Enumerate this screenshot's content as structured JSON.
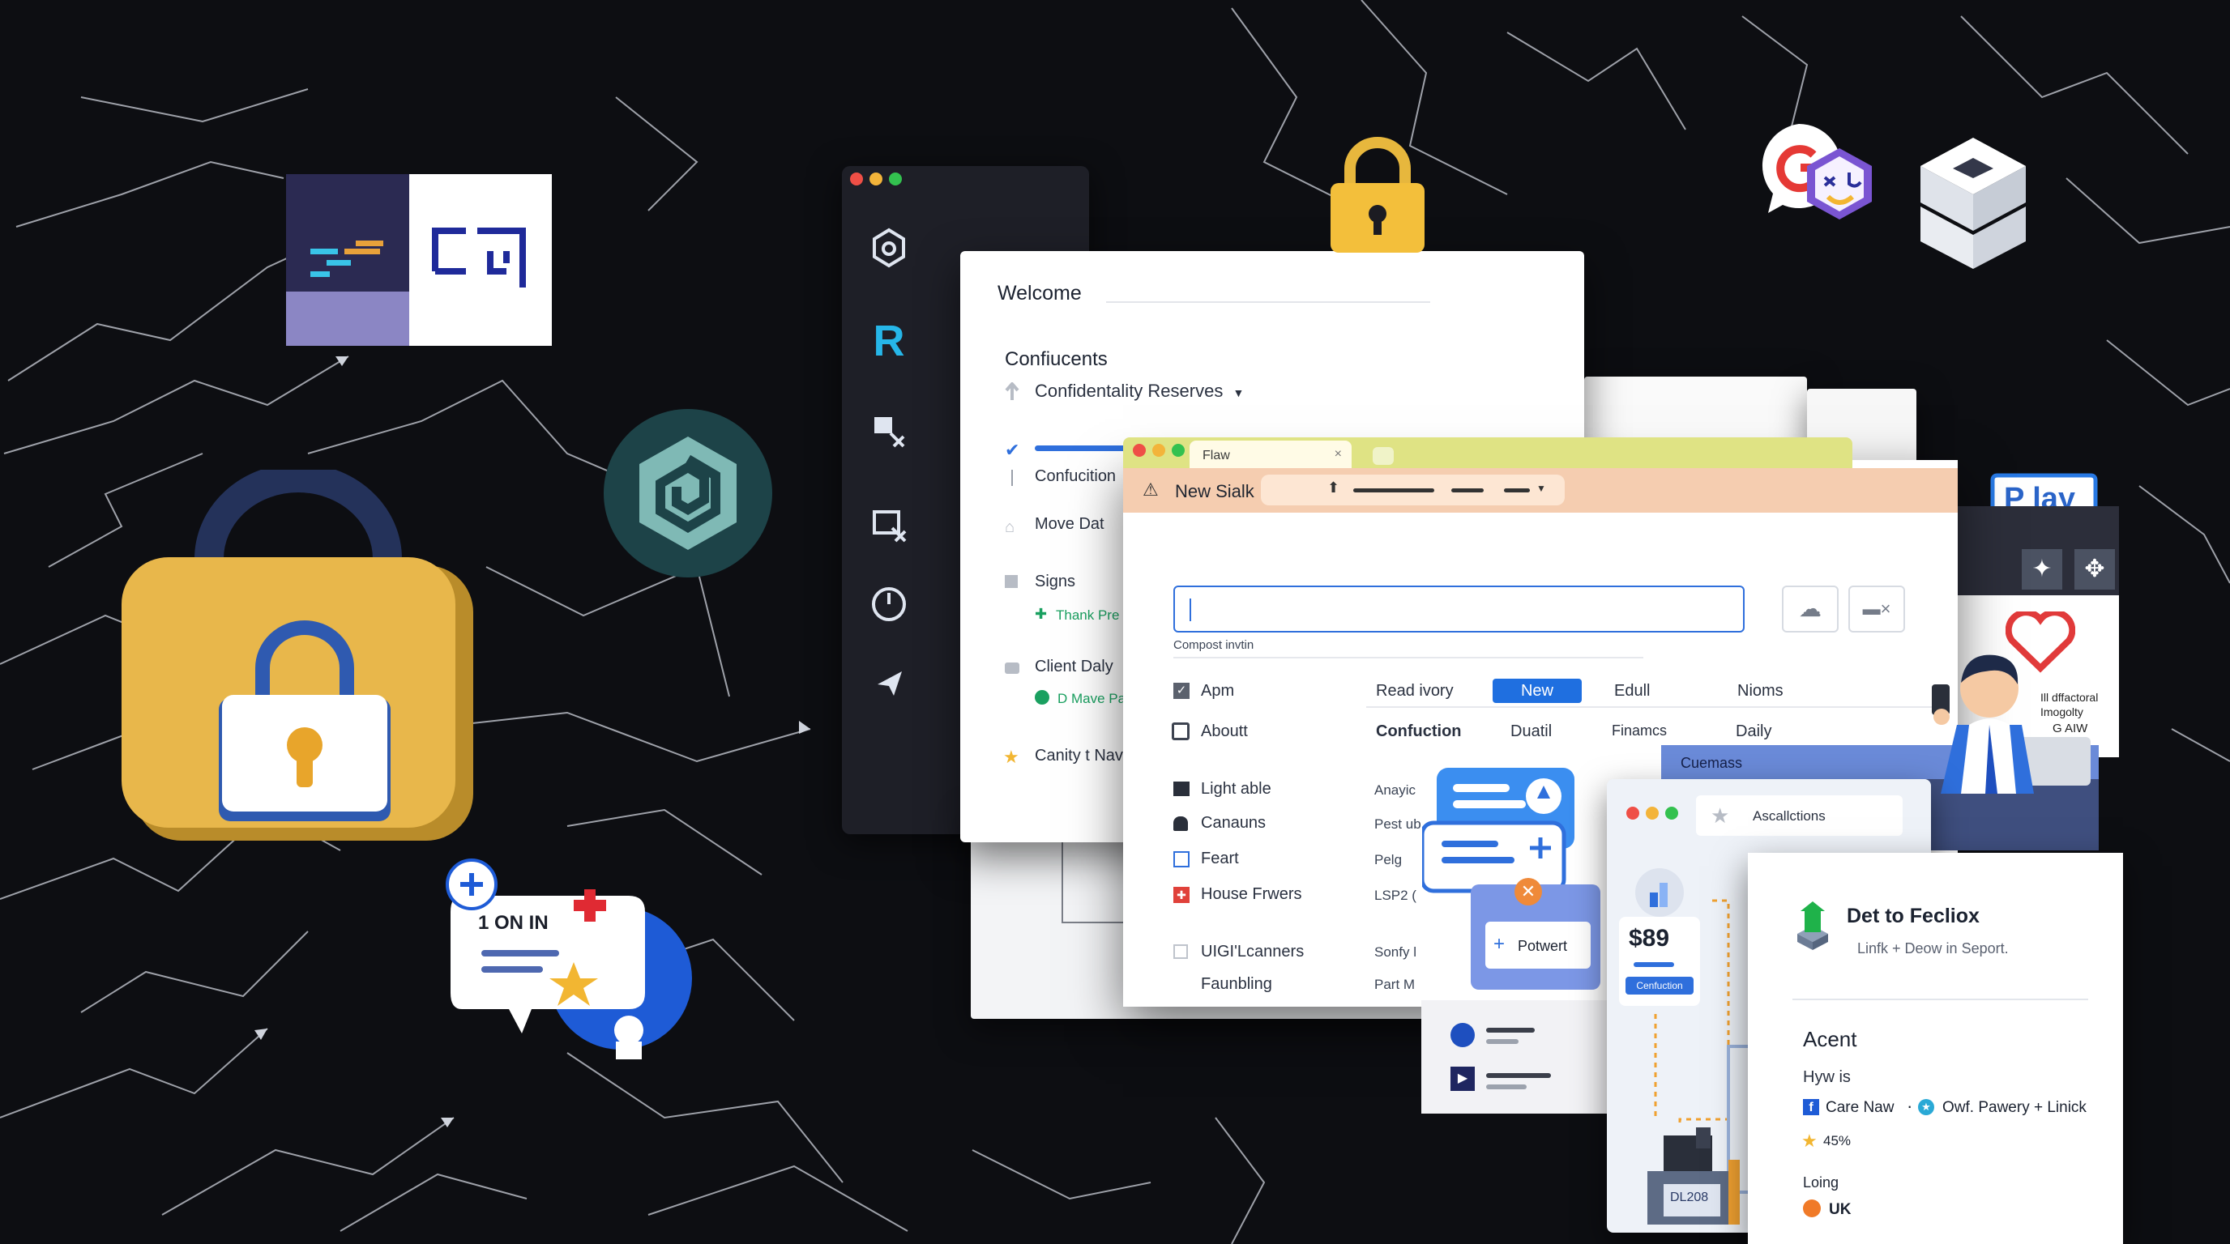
{
  "colors": {
    "background": "#0d0e12",
    "accent_blue": "#2f6fdc",
    "flow_header": "#f5cdb0",
    "lock_gold": "#e9b84a"
  },
  "icons": {
    "code_tile": "code-editor-icon",
    "qr_tile": "qr-code-icon",
    "hex_logo": "spiral-hex-logo-icon",
    "big_lock": "padlock-icon",
    "top_lock": "padlock-icon",
    "google_bubble": "google-chat-icon",
    "cube": "isometric-cube-icon",
    "heart": "heart-icon"
  },
  "chat_badge": {
    "text": "1 ON IN"
  },
  "sidebar": {
    "items": [
      {
        "icon": "robot-head-icon",
        "label": ""
      },
      {
        "icon": "r-logo-icon",
        "label": "R"
      },
      {
        "icon": "screen-cursor-icon",
        "label": ""
      },
      {
        "icon": "window-select-icon",
        "label": ""
      },
      {
        "icon": "clock-icon",
        "label": ""
      },
      {
        "icon": "send-arrow-icon",
        "label": ""
      }
    ]
  },
  "welcome": {
    "title": "Welcome",
    "section": "Confiucents",
    "dropdown": "Confidentality Reserves",
    "items": [
      {
        "label": "Confucition"
      },
      {
        "label": "Move Dat"
      },
      {
        "label": "Signs",
        "sub": "Thank Pre"
      },
      {
        "label": "Client Daly",
        "sub": "D Mave Pa"
      },
      {
        "label": "Canity t Nav"
      }
    ]
  },
  "flow": {
    "tab": "Flaw",
    "header_title": "New Sialk",
    "input_hint": "Compost invtin",
    "left_list": [
      "Apm",
      "Aboutt",
      "Light able",
      "Canauns",
      "Feart",
      "House Frwers",
      "UIGI'Lcanners",
      "Faunbling"
    ],
    "tabs": [
      "Read ivory",
      "New",
      "Edull",
      "Nioms"
    ],
    "row2": [
      "Confuction",
      "Duatil",
      "Finamcs",
      "Daily"
    ],
    "col_b": [
      "Anayic",
      "Pest ub",
      "Pelg",
      "LSP2 (",
      "Sonfy l",
      "Part M"
    ],
    "promo_button": "Potwert"
  },
  "accel": {
    "tab": "Cuemass",
    "search": "Ascallctions",
    "price": "$89",
    "chip": "Cenfuction",
    "device_label": "DL208"
  },
  "card": {
    "title": "Det to Fecliox",
    "subtitle": "Linfk + Deow in Seport.",
    "section": "Acent",
    "hyw": "Hyw is",
    "row1a": "Care Naw",
    "row1b": "Owf. Pawery + Linick",
    "percent": "45%",
    "loing": "Loing",
    "country": "UK"
  },
  "play_badge": {
    "text": "P lay"
  },
  "side_note": {
    "line1": "Ill dffactoral",
    "line2": "Imogolty",
    "line3": "G AIW"
  }
}
